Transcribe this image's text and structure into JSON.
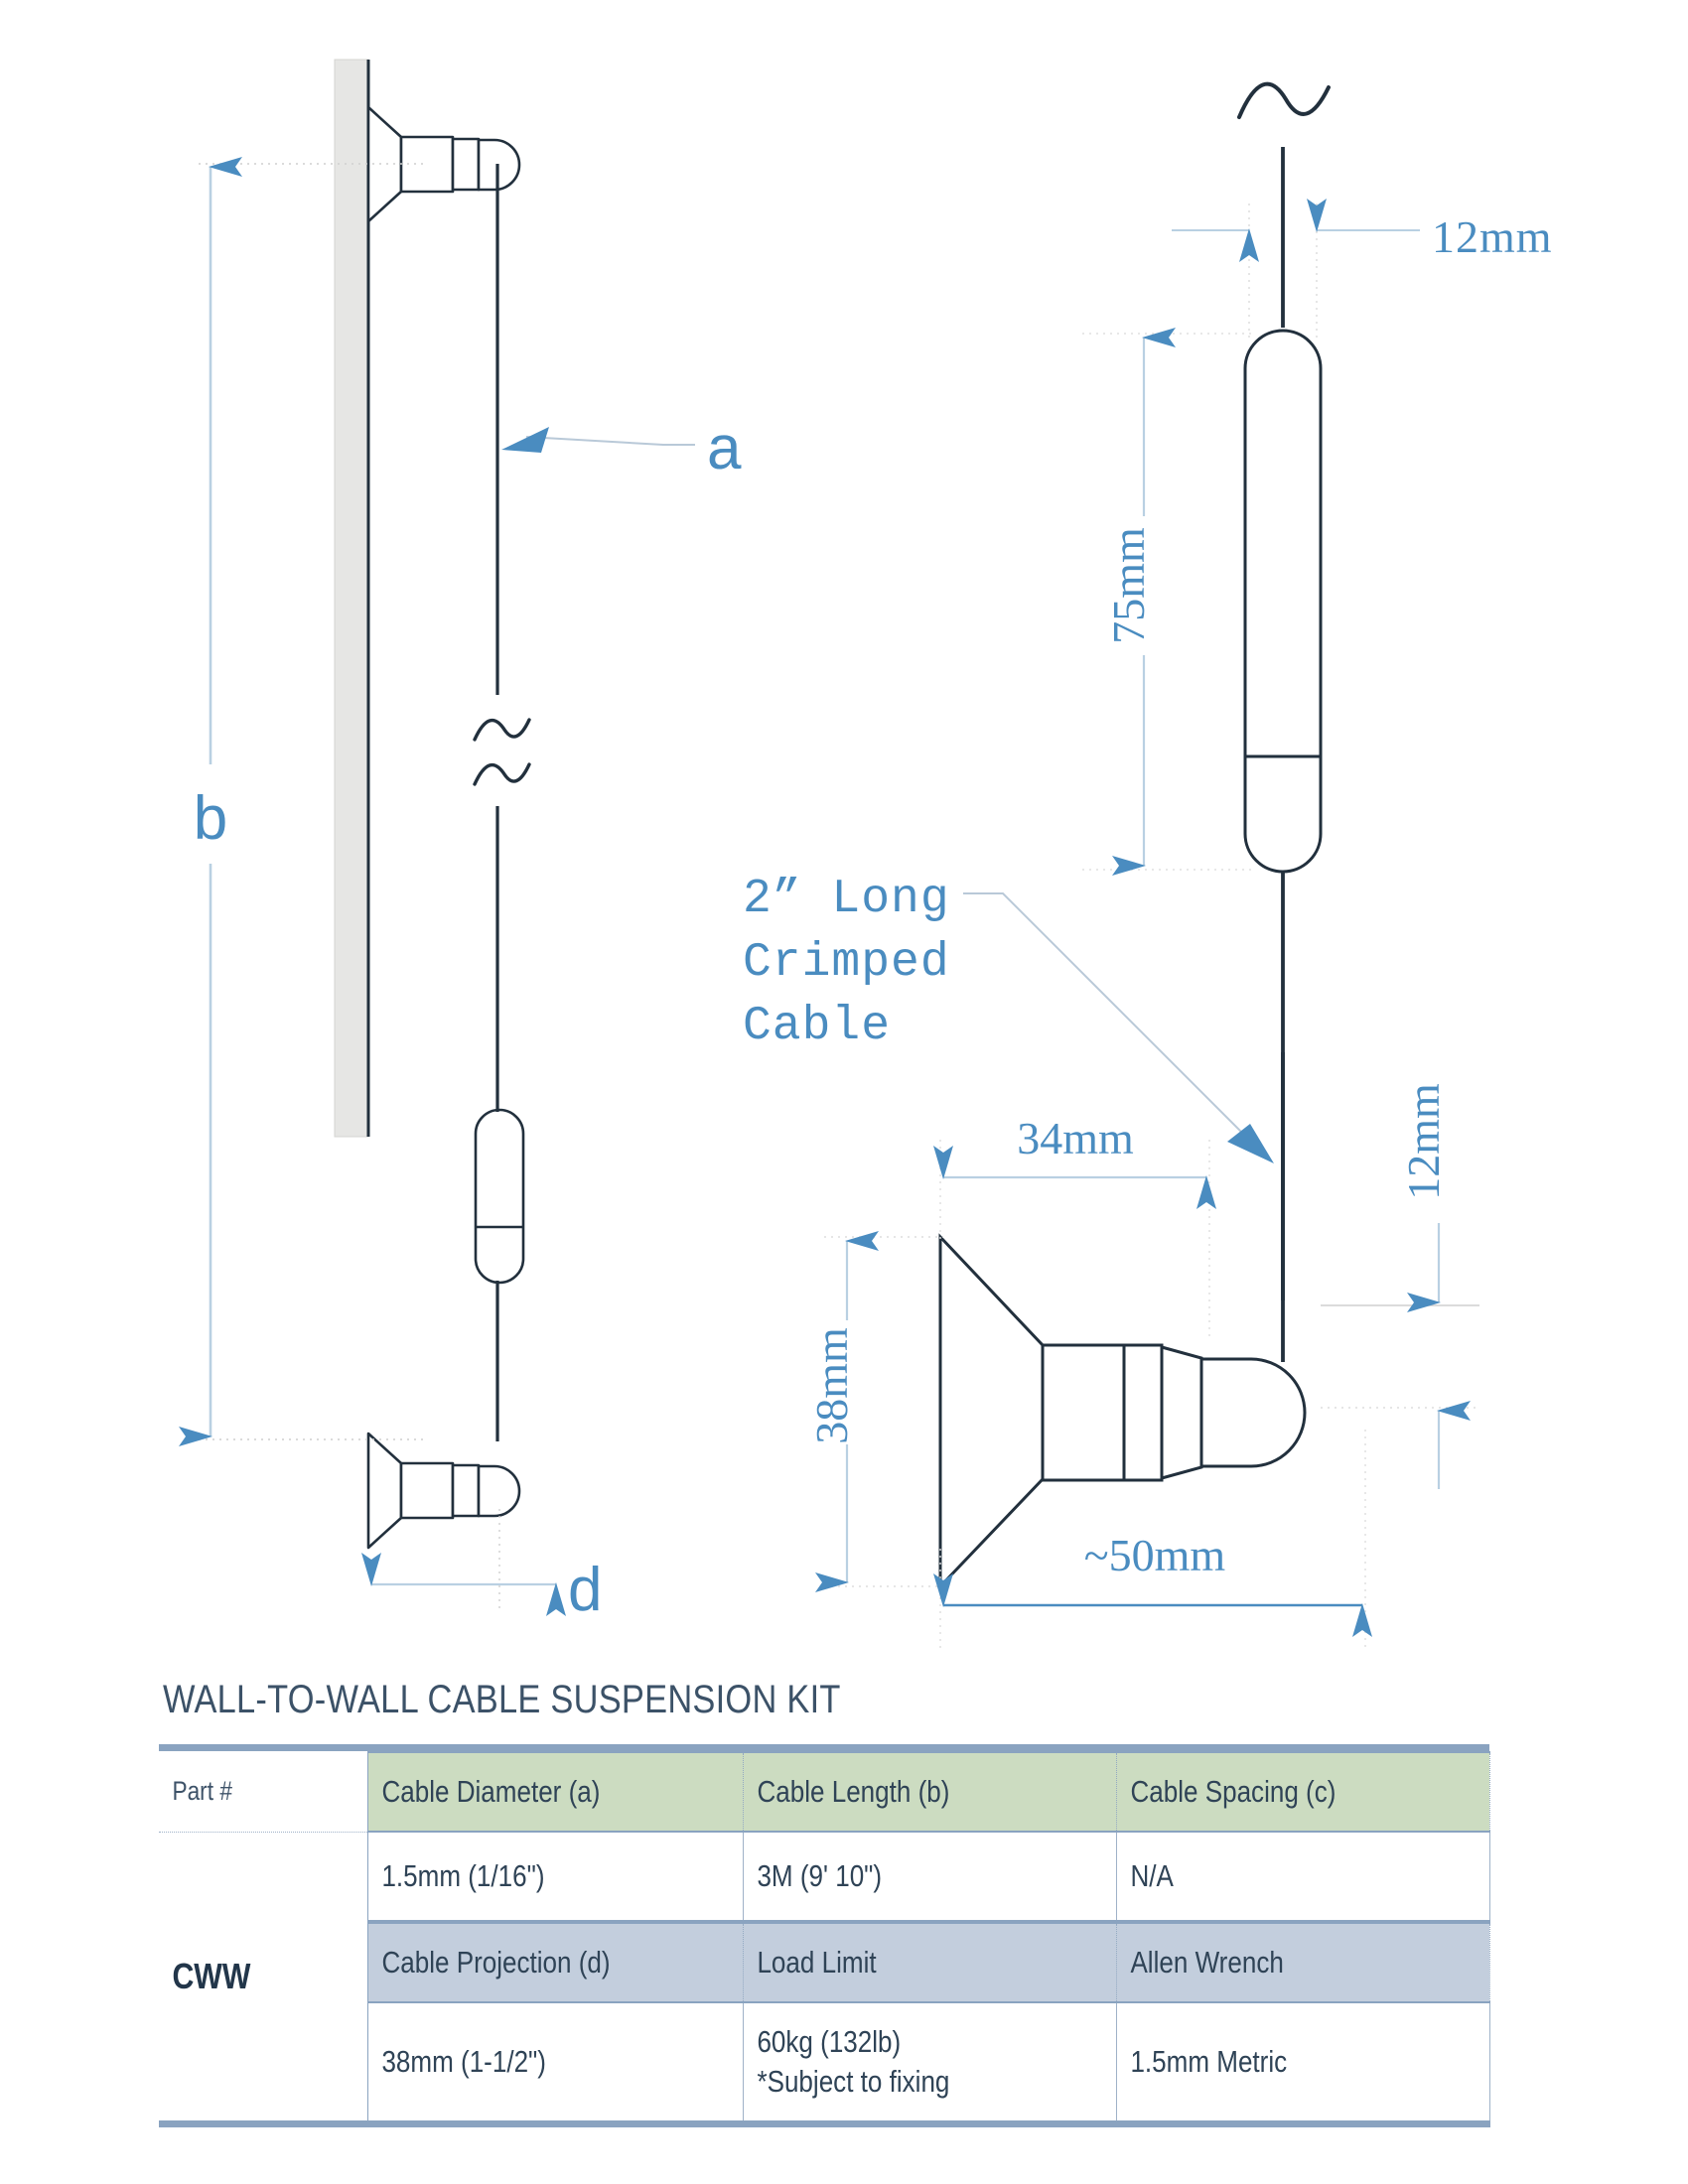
{
  "diagram": {
    "labels": {
      "cable_diameter_ref": "a",
      "cable_length_ref": "b",
      "cable_projection_ref": "d",
      "crimped_cable_note": [
        "2” Long",
        "Crimped",
        "Cable"
      ],
      "crimped_cable_note_flat": "2” Long Crimped Cable"
    },
    "dimensions": {
      "grip_cable_gap_top": "12mm",
      "grip_body_length": "75mm",
      "fixing_head_diameter": "38mm",
      "fixing_projection": "34mm",
      "fixing_total_length": "~50mm",
      "grip_to_fixing_gap": "12mm"
    },
    "colors": {
      "dimension_blue": "#4a8cc0",
      "outline_dark": "#22303d",
      "wall_fill": "#e6e6e4",
      "extension_line": "#b9c9d8"
    },
    "parts": {
      "wall_surface": "wall",
      "top_fixing": "countersunk wall fixing",
      "bottom_fixing": "countersunk wall fixing",
      "cable": "suspension cable",
      "grip": "cable grip body",
      "break_symbol": "cable break symbol"
    }
  },
  "spec": {
    "title": "WALL-TO-WALL CABLE SUSPENSION KIT",
    "part_label": "Part #",
    "part_number": "CWW",
    "header_row_1": [
      "Cable Diameter (a)",
      "Cable Length (b)",
      "Cable Spacing (c)"
    ],
    "value_row_1": [
      "1.5mm (1/16\")",
      "3M (9' 10\")",
      "N/A"
    ],
    "header_row_2": [
      "Cable Projection (d)",
      "Load Limit",
      "Allen Wrench"
    ],
    "value_row_2": [
      "38mm (1-1/2\")",
      "60kg (132lb)",
      "1.5mm Metric"
    ],
    "value_row_2_note": "*Subject to fixing",
    "colors": {
      "rule": "#8aa3c0",
      "header_green": "#ccdcc1",
      "header_grey": "#c3cedd",
      "text": "#2f4356"
    }
  }
}
